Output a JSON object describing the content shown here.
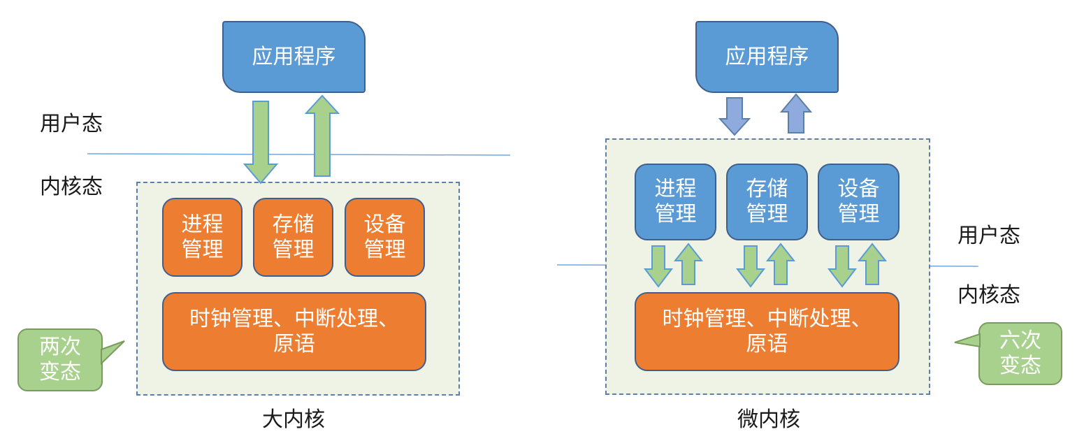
{
  "colors": {
    "module_orange": "#ed7d31",
    "module_blue": "#5b9bd5",
    "arrow_green": "#a9d18e",
    "arrow_blue": "#8faadc",
    "kernel_bg": "#eef3e6",
    "divider_line": "#6fa8dc"
  },
  "left": {
    "app_label": "应用程序",
    "user_mode": "用户态",
    "kernel_mode": "内核态",
    "modules": [
      {
        "line1": "进程",
        "line2": "管理"
      },
      {
        "line1": "存储",
        "line2": "管理"
      },
      {
        "line1": "设备",
        "line2": "管理"
      }
    ],
    "core": {
      "line1": "时钟管理、中断处理、",
      "line2": "原语"
    },
    "callout": {
      "line1": "两次",
      "line2": "变态"
    },
    "caption": "大内核"
  },
  "right": {
    "app_label": "应用程序",
    "user_mode": "用户态",
    "kernel_mode": "内核态",
    "modules": [
      {
        "line1": "进程",
        "line2": "管理"
      },
      {
        "line1": "存储",
        "line2": "管理"
      },
      {
        "line1": "设备",
        "line2": "管理"
      }
    ],
    "core": {
      "line1": "时钟管理、中断处理、",
      "line2": "原语"
    },
    "callout": {
      "line1": "六次",
      "line2": "变态"
    },
    "caption": "微内核"
  }
}
